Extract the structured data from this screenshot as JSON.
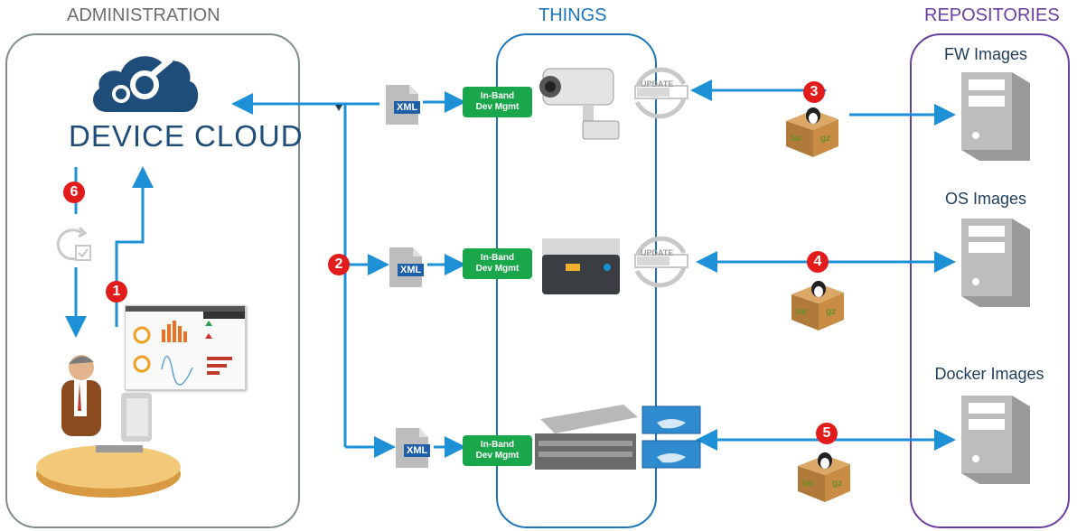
{
  "sections": {
    "administration": "ADMINISTRATION",
    "things": "THINGS",
    "repositories": "REPOSITORIES"
  },
  "device_cloud": {
    "label": "DEVICE CLOUD"
  },
  "xml_label": "XML",
  "inband": {
    "line1": "In-Band",
    "line2": "Dev Mgmt"
  },
  "update_label": "UPDATE",
  "archive_labels": {
    "left": "tar",
    "right": "gz"
  },
  "repos": [
    {
      "label": "FW Images"
    },
    {
      "label": "OS Images"
    },
    {
      "label": "Docker Images"
    }
  ],
  "steps": [
    "1",
    "2",
    "3",
    "4",
    "5",
    "6"
  ],
  "colors": {
    "arrow": "#1e90d6",
    "admin_border": "#7f8c8d",
    "things_border": "#1b75bb",
    "repo_border": "#6b3fa0",
    "badge": "#e21b1b",
    "inband": "#1aa64a"
  }
}
